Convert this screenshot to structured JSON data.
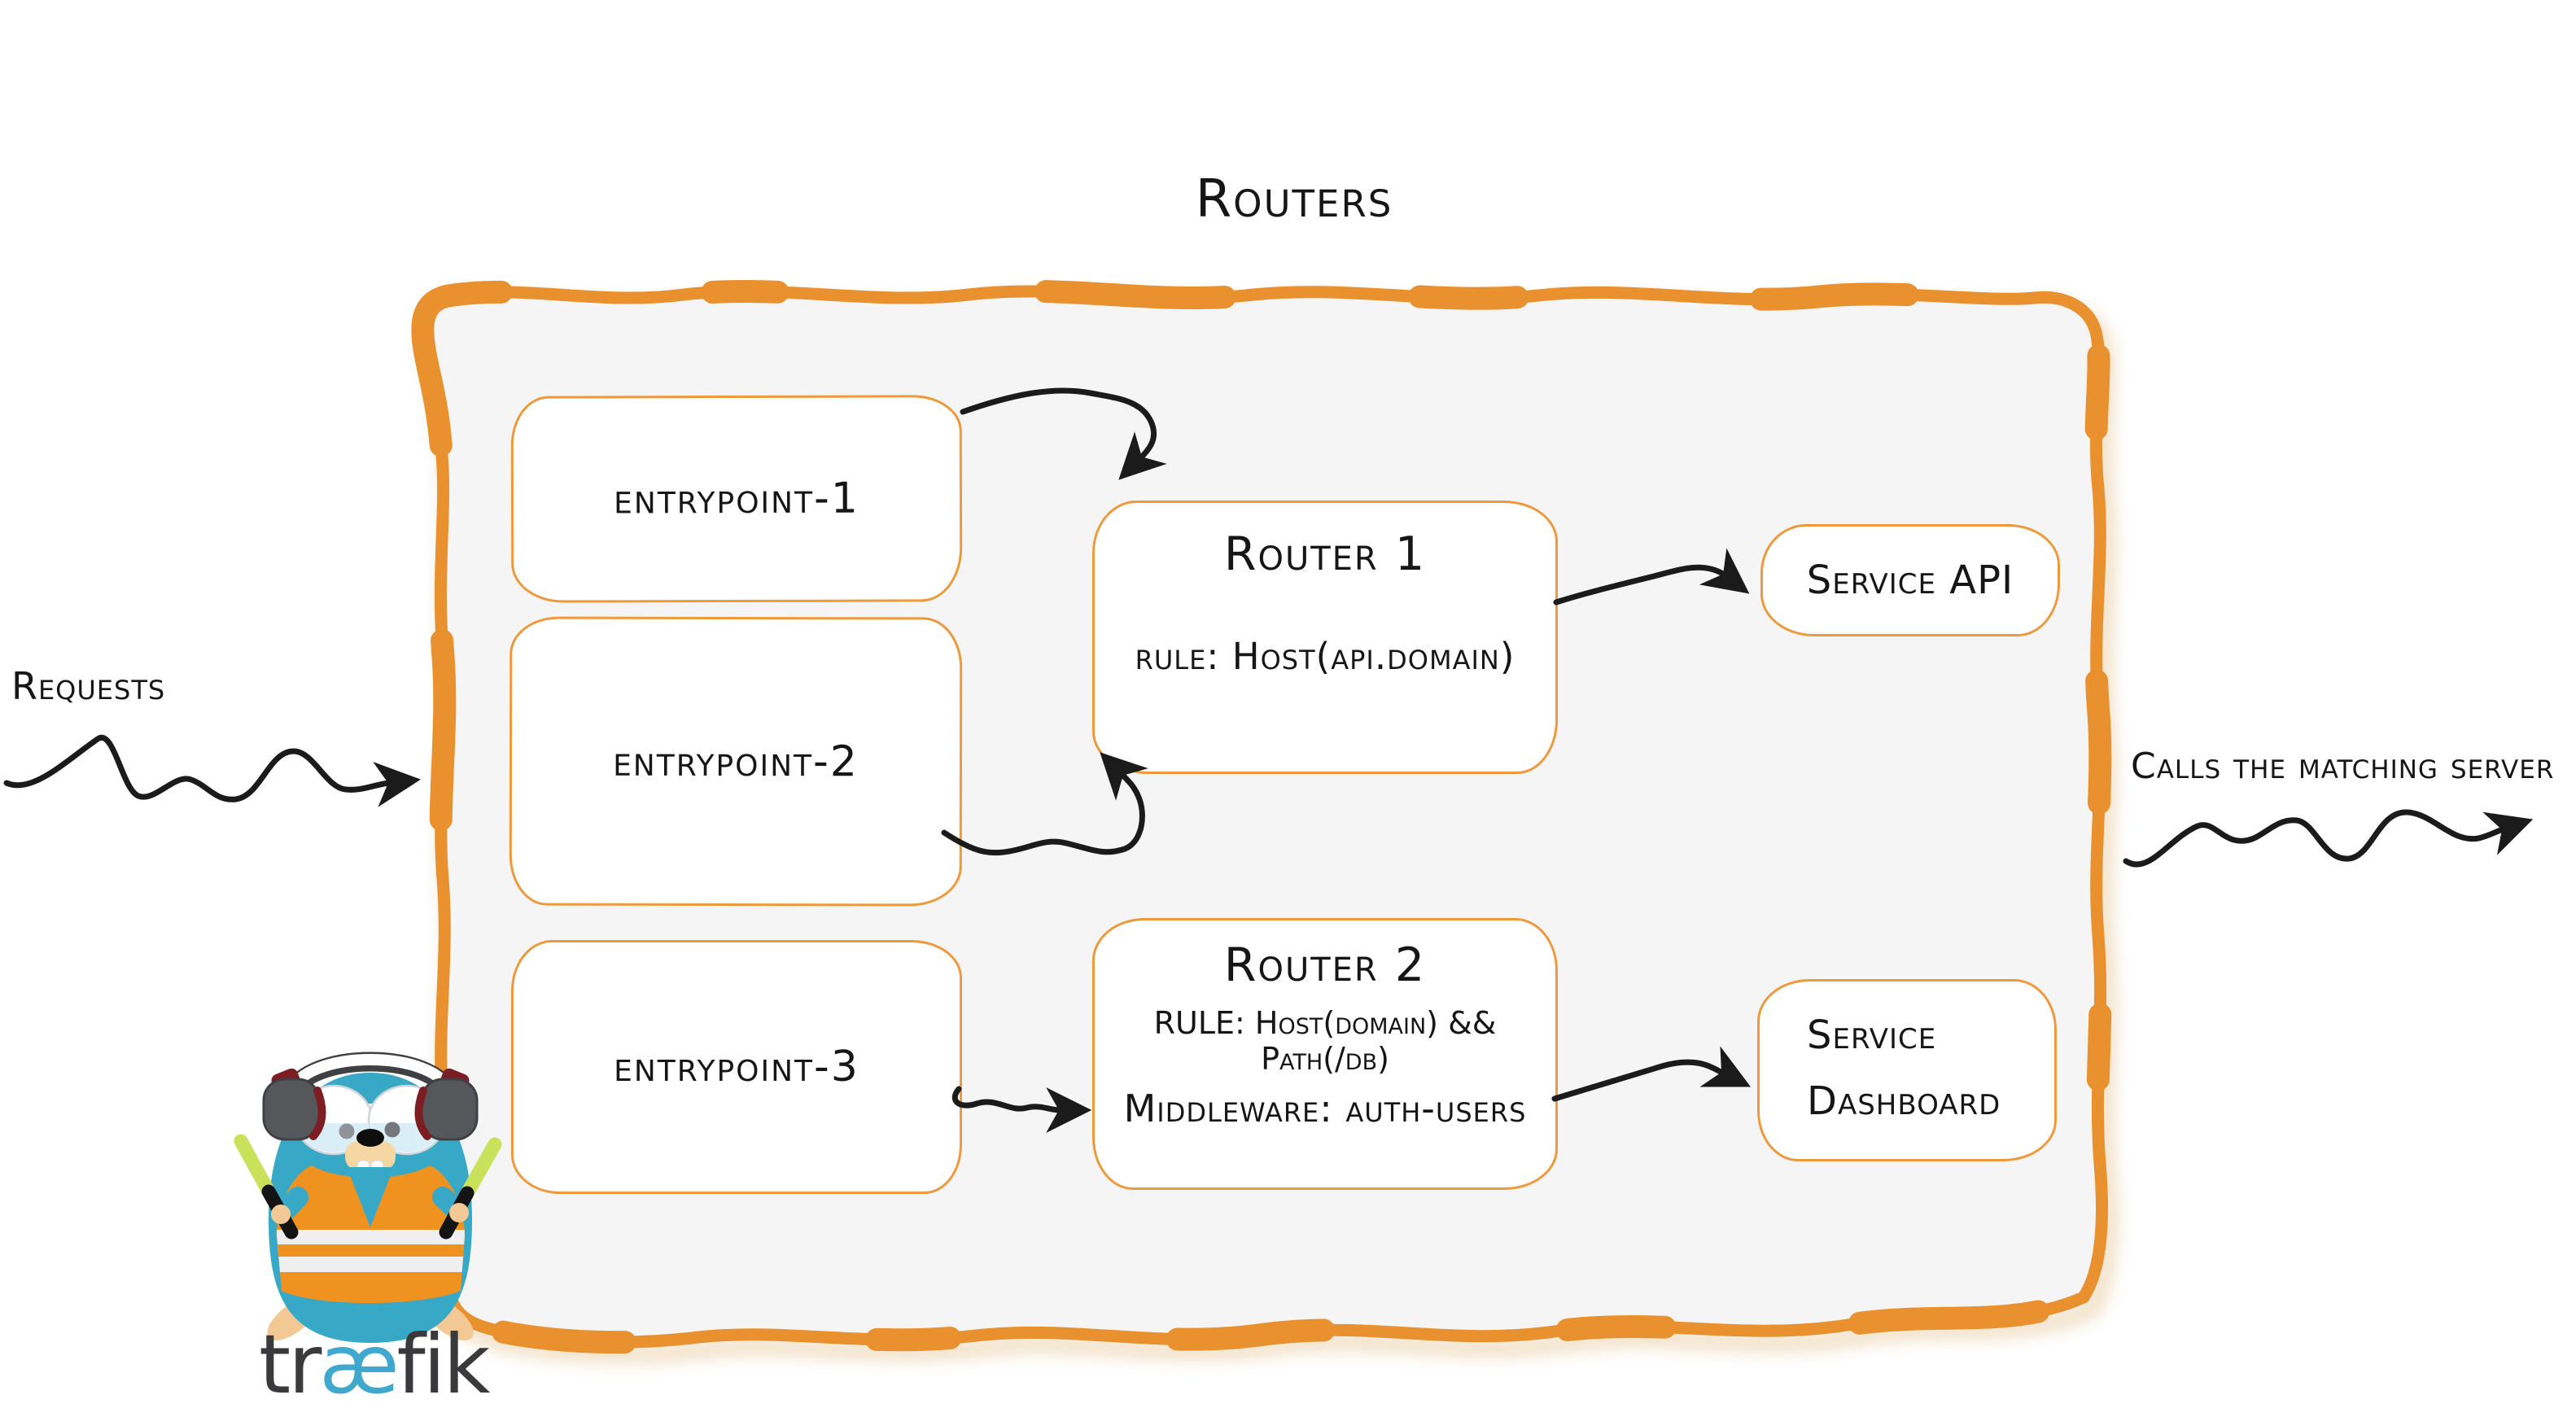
{
  "title": "Routers",
  "labels": {
    "requests": "Requests",
    "calls_the_matching_server": "Calls the matching server"
  },
  "entrypoints": [
    {
      "label": "entrypoint-1"
    },
    {
      "label": "entrypoint-2"
    },
    {
      "label": "entrypoint-3"
    }
  ],
  "routers": [
    {
      "title": "Router 1",
      "rule": "rule: Host(api.domain)"
    },
    {
      "title": "Router 2",
      "rule": "RULE: Host(domain) && Path(/db)",
      "middleware": "Middleware: auth-users"
    }
  ],
  "services": [
    {
      "name": "Service API"
    },
    {
      "name_line1": "Service",
      "name_line2": "Dashboard"
    }
  ],
  "logo": {
    "wordmark": [
      "tr",
      "æ",
      "fik"
    ]
  },
  "colors": {
    "brush_orange": "#E8912E",
    "box_border_orange": "#EE9A3C",
    "panel_gray": "#F5F5F5",
    "ink_black": "#1B1B1B",
    "traefik_blue": "#38A8C7",
    "vest_orange": "#F09220",
    "stick_green": "#C9E15B",
    "wordmark_dark": "#3A3A3C"
  }
}
